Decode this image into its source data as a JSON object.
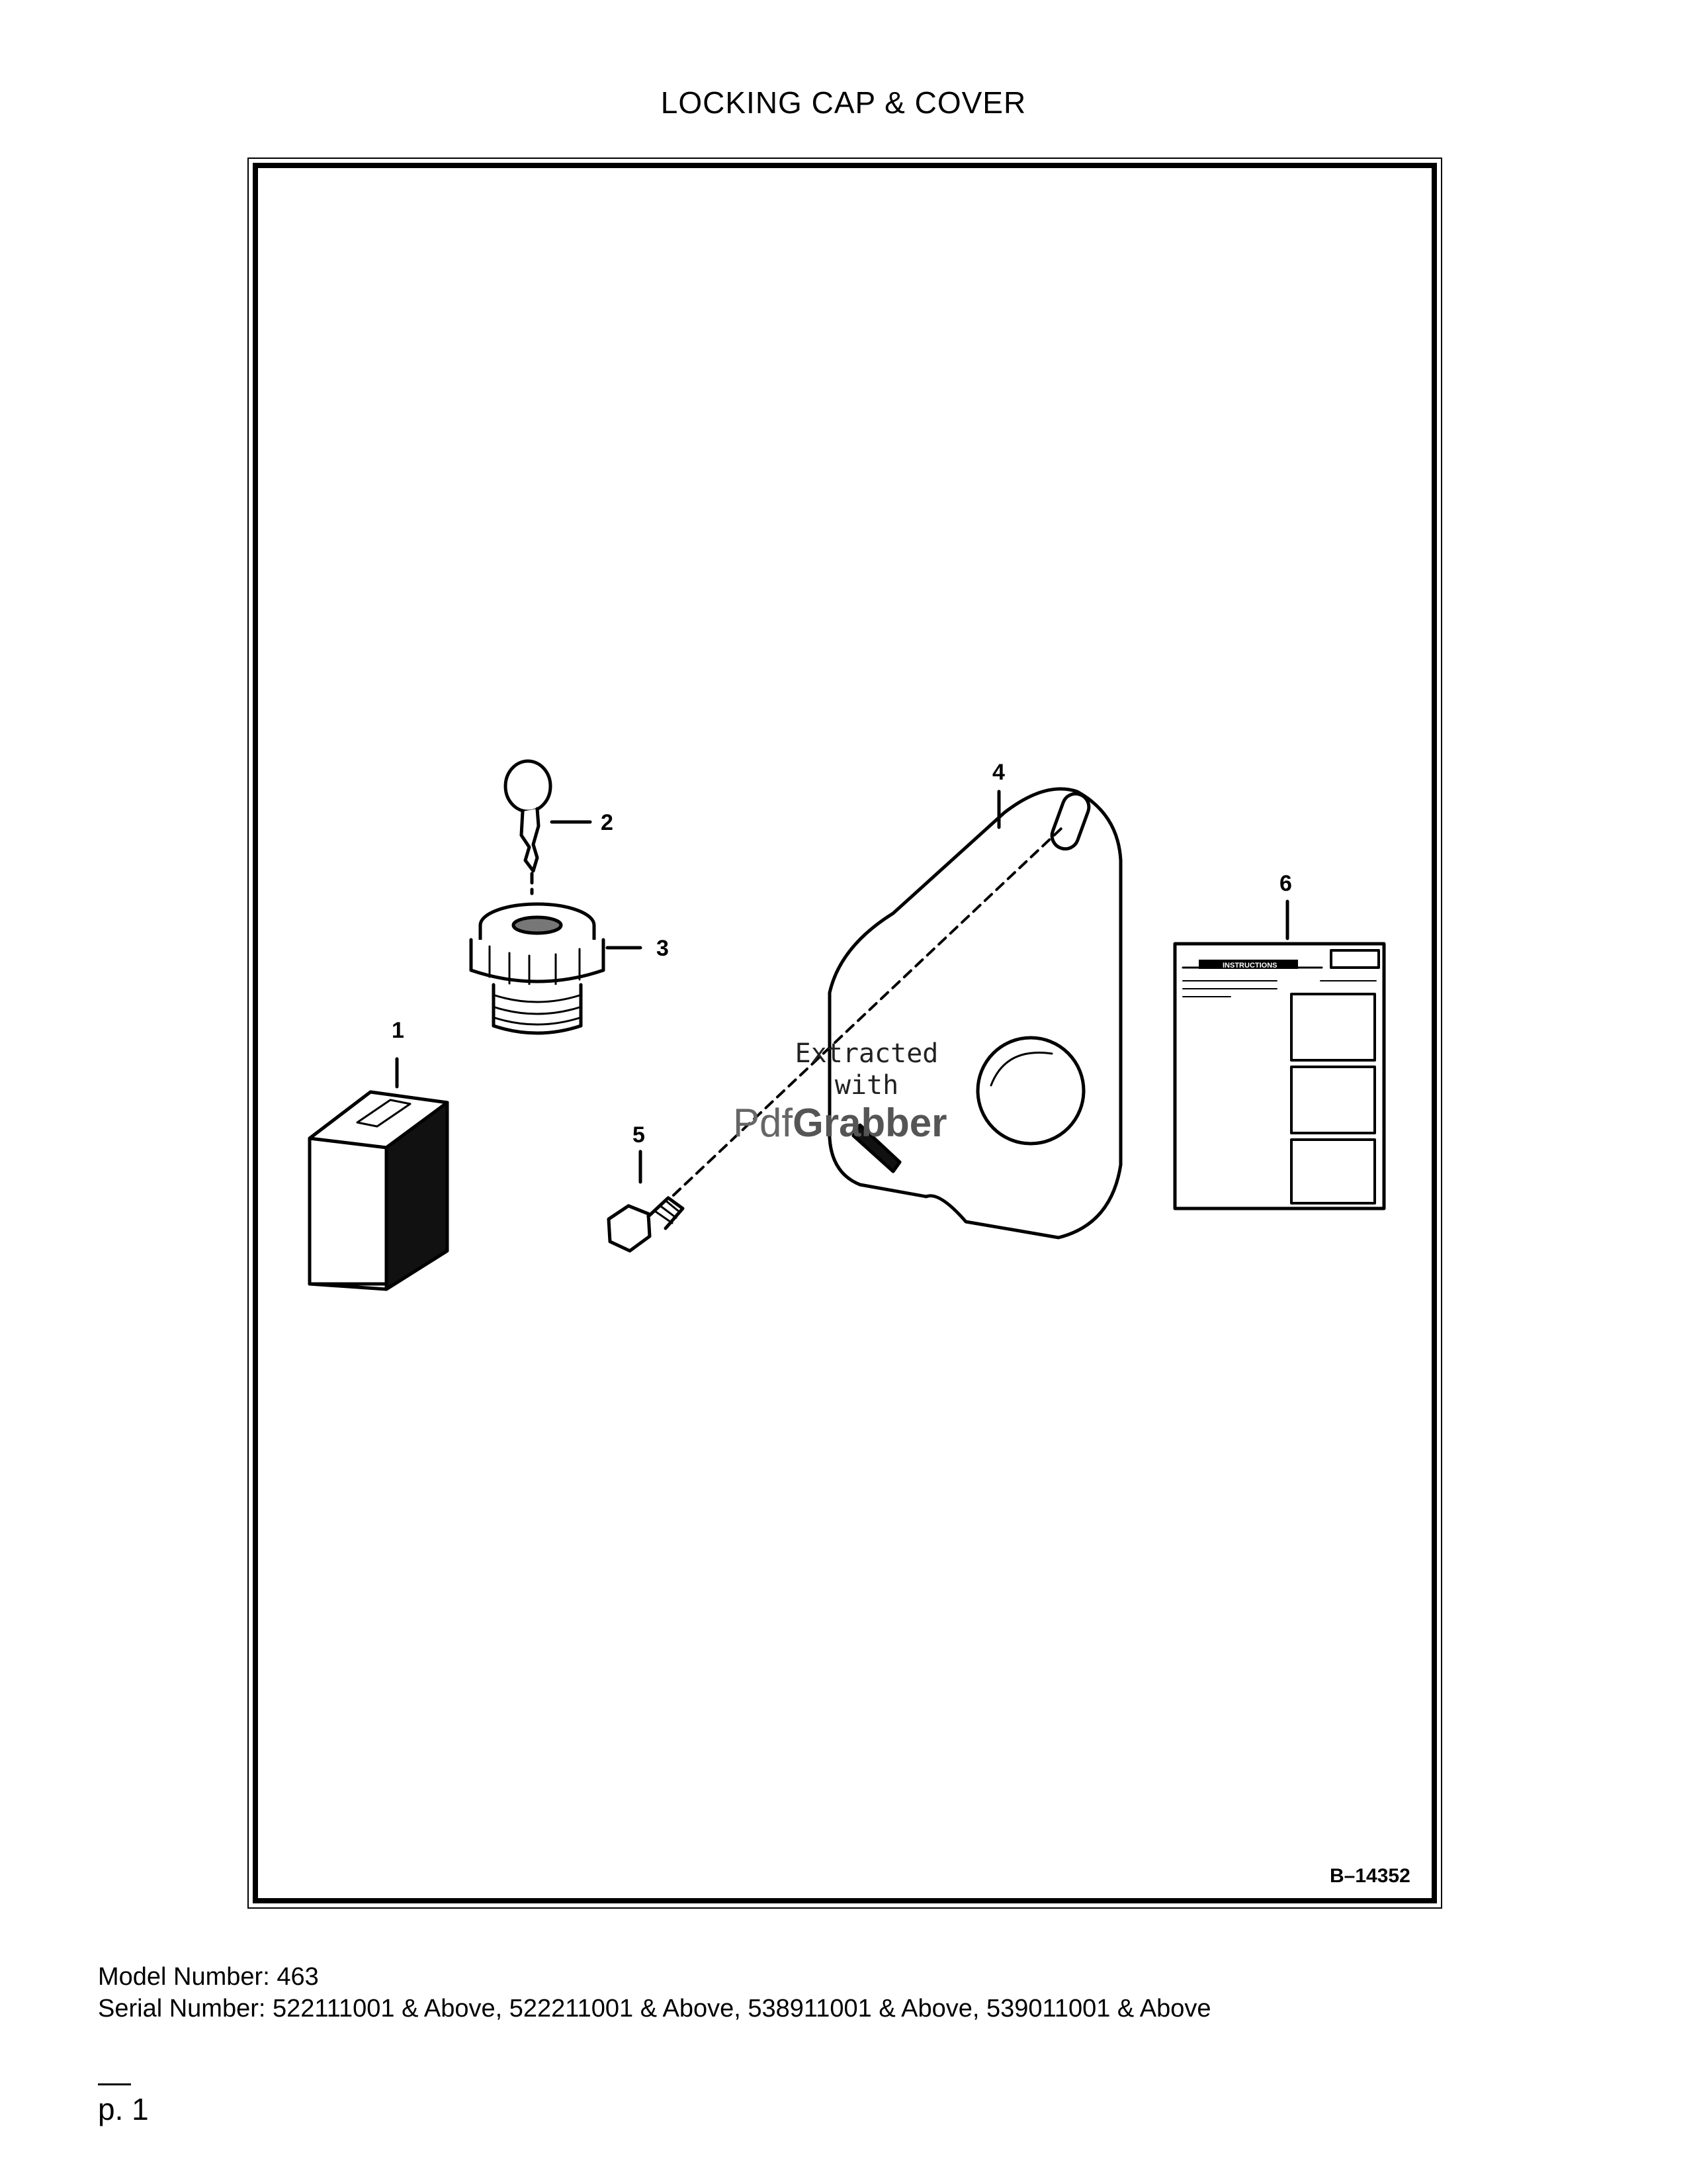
{
  "header": {
    "title": "LOCKING CAP & COVER"
  },
  "figure": {
    "code": "B–14352",
    "callouts": [
      "1",
      "2",
      "3",
      "4",
      "5",
      "6"
    ],
    "decal_heading": "INSTRUCTIONS"
  },
  "watermark": {
    "line1": "Extracted",
    "line2": "with",
    "brand_a": "Pdf",
    "brand_b": "Grabber"
  },
  "footer": {
    "model": "Model Number: 463",
    "serial": "Serial Number: 522111001 & Above, 522211001 & Above, 538911001 & Above, 539011001 & Above",
    "page": "p. 1"
  }
}
